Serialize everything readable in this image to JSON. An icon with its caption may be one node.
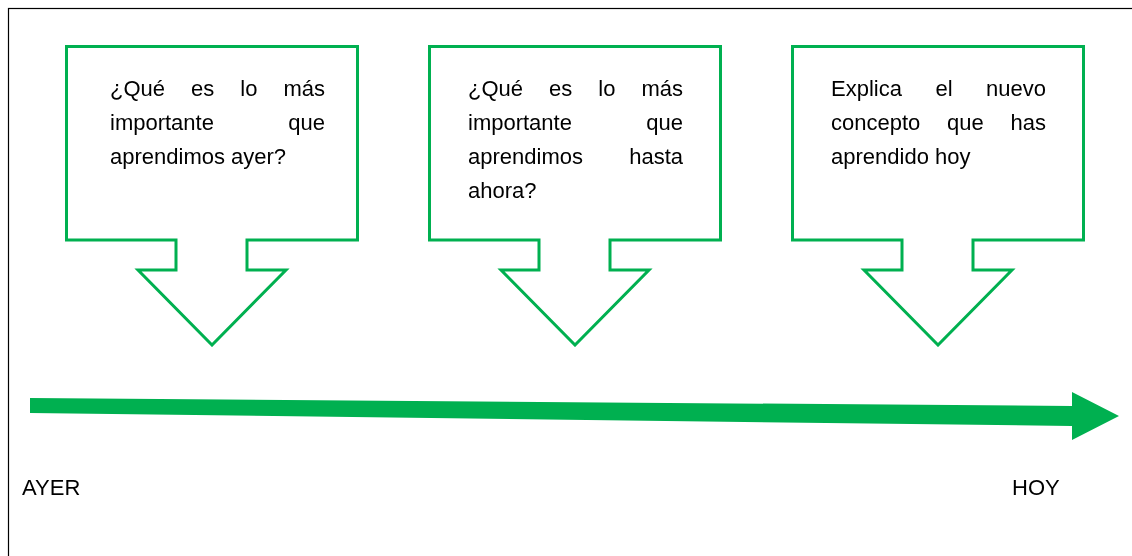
{
  "diagram": {
    "nodes": [
      {
        "text": [
          "¿Qué es lo más importante que aprendimos ayer?"
        ]
      },
      {
        "text": [
          "¿Qué es lo más importante que aprendimos hasta ahora?"
        ]
      },
      {
        "text": [
          "Explica el nuevo concepto que has aprendido hoy"
        ]
      }
    ],
    "labels": [
      "AYER",
      "HOY"
    ]
  }
}
